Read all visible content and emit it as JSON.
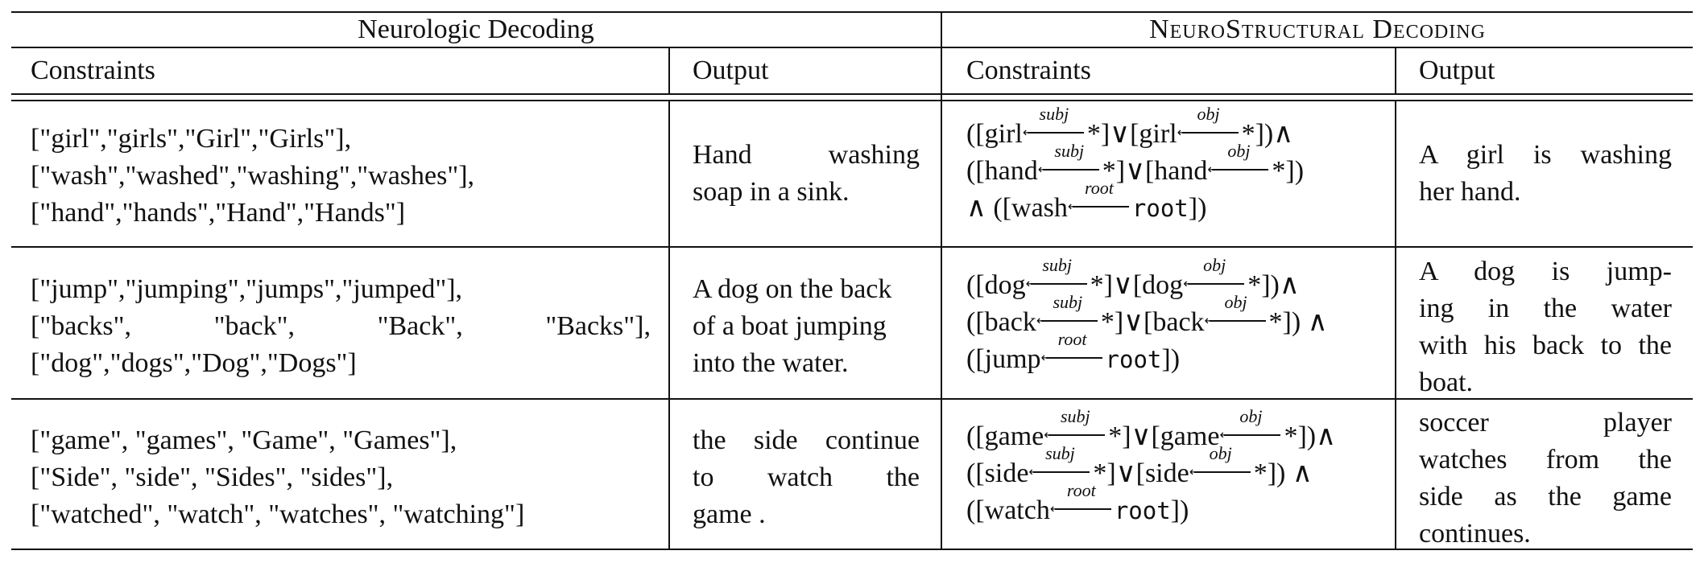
{
  "table": {
    "group_left": "Neurologic Decoding",
    "group_right": "NeuroStructural Decoding",
    "col_headers": [
      "Constraints",
      "Output",
      "Constraints",
      "Output"
    ],
    "rows": [
      {
        "nl_constraints": [
          "[\"girl\",\"girls\",\"Girl\",\"Girls\"],",
          "[\"wash\",\"washed\",\"washing\",\"washes\"],",
          "[\"hand\",\"hands\",\"Hand\",\"Hands\"]"
        ],
        "nl_output": [
          "Hand washing",
          "soap in a sink."
        ],
        "ns_constraints": [
          {
            "pre": "([girl",
            "rel1": "subj",
            "mid": "*]∨[girl",
            "rel2": "obj",
            "post": "*])∧"
          },
          {
            "pre": "([hand",
            "rel1": "subj",
            "mid": "*]∨[hand",
            "rel2": "obj",
            "post": "*])"
          },
          {
            "pre": "∧ ([wash",
            "rel1": "root",
            "root": "root",
            "post": "])"
          }
        ],
        "ns_output": [
          "A girl is washing",
          "her hand."
        ]
      },
      {
        "nl_constraints": [
          "[\"jump\",\"jumping\",\"jumps\",\"jumped\"],",
          "[\"backs\", \"back\", \"Back\", \"Backs\"],",
          "[\"dog\",\"dogs\",\"Dog\",\"Dogs\"]"
        ],
        "nl_output": [
          "A dog on the back",
          "of a boat jumping",
          "into the water."
        ],
        "ns_constraints": [
          {
            "pre": "([dog",
            "rel1": "subj",
            "mid": "*]∨[dog",
            "rel2": "obj",
            "post": "*])∧"
          },
          {
            "pre": "([back",
            "rel1": "subj",
            "mid": "*]∨[back",
            "rel2": "obj",
            "post": "*]) ∧"
          },
          {
            "pre": "([jump",
            "rel1": "root",
            "root": "root",
            "post": "])"
          }
        ],
        "ns_output": [
          "A dog is jump-",
          "ing in the water",
          "with his back to the",
          "boat."
        ]
      },
      {
        "nl_constraints": [
          "[\"game\", \"games\", \"Game\", \"Games\"],",
          "[\"Side\", \"side\", \"Sides\", \"sides\"],",
          "[\"watched\", \"watch\", \"watches\", \"watching\"]"
        ],
        "nl_output": [
          "the side continue",
          "to watch the",
          "game ."
        ],
        "ns_constraints": [
          {
            "pre": "([game",
            "rel1": "subj",
            "mid": "*]∨[game",
            "rel2": "obj",
            "post": "*])∧"
          },
          {
            "pre": "([side",
            "rel1": "subj",
            "mid": "*]∨[side",
            "rel2": "obj",
            "post": "*]) ∧"
          },
          {
            "pre": "([watch",
            "rel1": "root",
            "root": "root",
            "post": "])"
          }
        ],
        "ns_output": [
          "soccer player",
          "watches from the",
          "side as the game",
          "continues."
        ]
      }
    ]
  }
}
